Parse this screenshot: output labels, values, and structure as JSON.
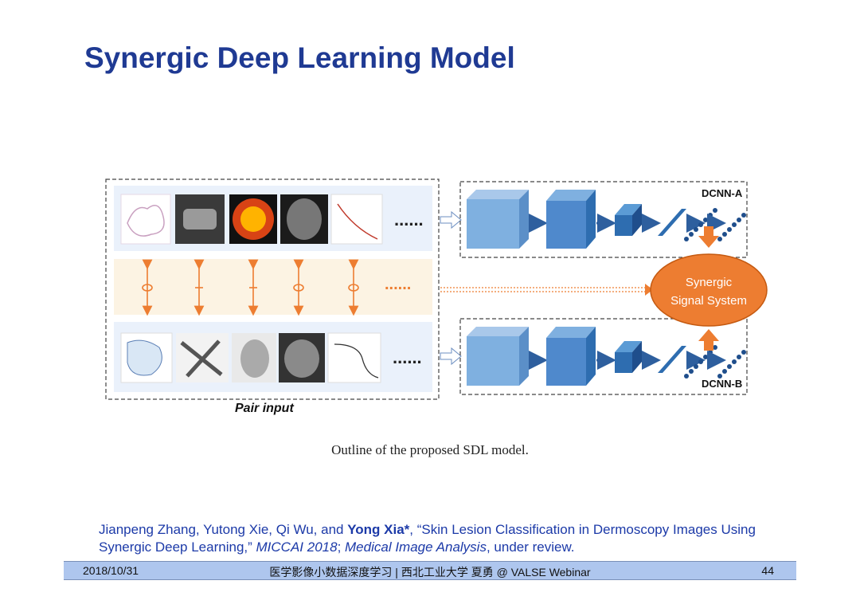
{
  "slide": {
    "title": "Synergic Deep Learning Model",
    "caption": "Outline of the proposed SDL model."
  },
  "diagram": {
    "pair_input_label": "Pair input",
    "dcnn_a_label": "DCNN-A",
    "dcnn_b_label": "DCNN-B",
    "synergic_line1": "Synergic",
    "synergic_line2": "Signal System",
    "ellipsis_dots": "......",
    "colors": {
      "block": "#5b9bd5",
      "block_dark": "#2e6db0",
      "arrow_orange": "#ed7d31",
      "ellipse": "#ed7d31",
      "panel_top": "#eaf1fb",
      "panel_mid": "#fcf3e3"
    }
  },
  "reference": {
    "authors_plain": "Jianpeng Zhang, Yutong Xie, Qi Wu, and ",
    "author_bold": "Yong Xia*",
    "title_text": ", “Skin Lesion Classification in Dermoscopy Images Using Synergic Deep Learning,” ",
    "venue1": "MICCAI 2018",
    "sep": "; ",
    "venue2": "Medical Image Analysis",
    "status": ", under review."
  },
  "footer": {
    "date": "2018/10/31",
    "center": "医学影像小数据深度学习 | 西北工业大学 夏勇 @ VALSE Webinar",
    "page": "44"
  }
}
